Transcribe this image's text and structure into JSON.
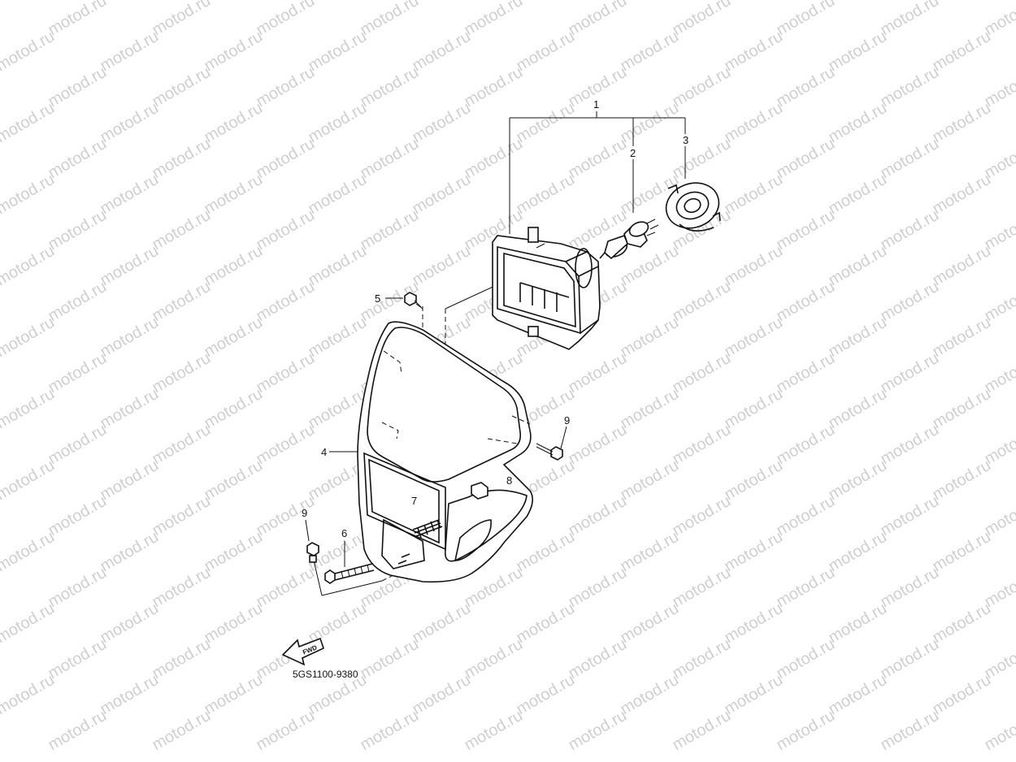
{
  "watermark": {
    "text": "motod.ru",
    "color": "#cfcfcf"
  },
  "callouts": {
    "c1": "1",
    "c2": "2",
    "c3": "3",
    "c4": "4",
    "c5": "5",
    "c6": "6",
    "c7": "7",
    "c8": "8",
    "c9a": "9",
    "c9b": "9"
  },
  "fwd_label": "FWD",
  "diagram_code": "5GS1100-9380"
}
